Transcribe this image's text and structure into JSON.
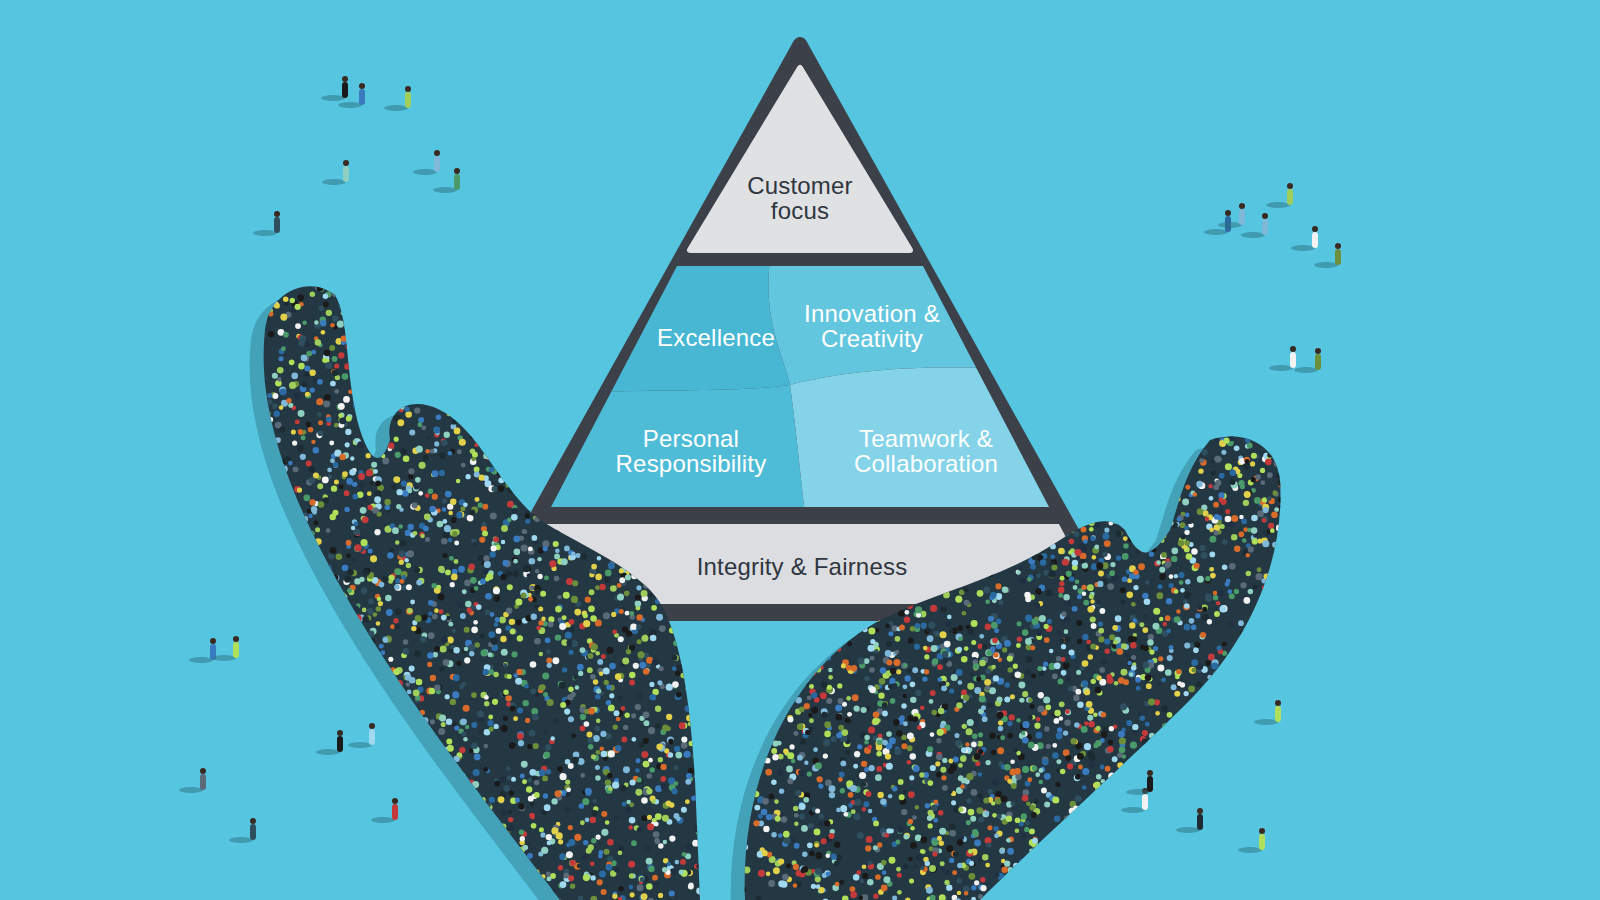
{
  "diagram": {
    "nodes": [
      {
        "text": [
          "Customer focus"
        ]
      },
      {
        "text": [
          "Excellence"
        ]
      },
      {
        "text": [
          "Innovation & Creativity"
        ]
      },
      {
        "text": [
          "Personal Responsibility"
        ]
      },
      {
        "text": [
          "Teamwork & Collaboration"
        ]
      },
      {
        "text": [
          "Integrity & Fairness"
        ]
      }
    ]
  }
}
